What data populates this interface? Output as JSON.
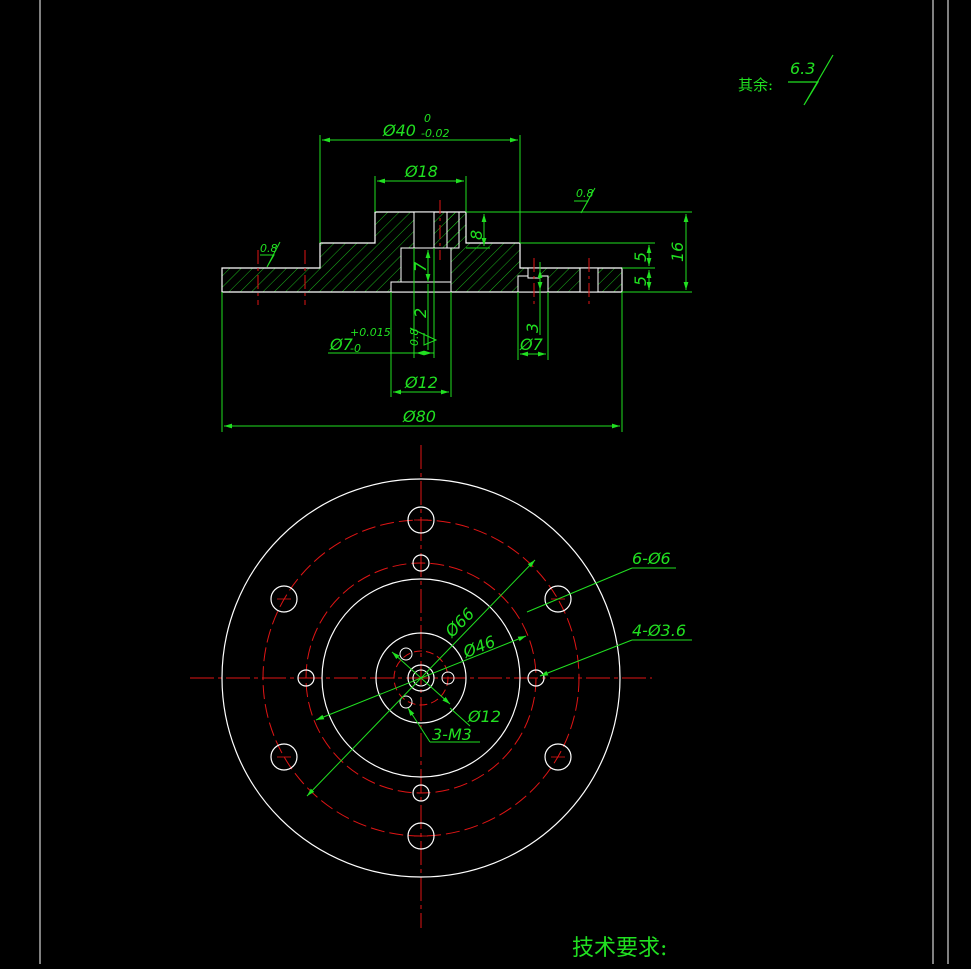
{
  "colors": {
    "background": "#000000",
    "outline": "#ffffff",
    "dimension": "#21e021",
    "centerline": "#e01515",
    "hatch": "#21e021"
  },
  "drawing": {
    "roughness_note": {
      "label": "其余:",
      "value": "6.3"
    },
    "roughness_local": [
      "0.8",
      "0.8",
      "0.8"
    ],
    "section_view": {
      "dims": {
        "d40": {
          "base": "Ø40",
          "upper": "0",
          "lower": "-0.02"
        },
        "d18": "Ø18",
        "d8": "8",
        "d16": "16",
        "d5a": "5",
        "d5b": "5",
        "d7v": "7",
        "d2": "2",
        "d3": "3",
        "d7h": "Ø7",
        "d7tol": {
          "base": "Ø7",
          "upper": "+0.015",
          "lower": "-0"
        },
        "d12": "Ø12",
        "d80": "Ø80"
      }
    },
    "plan_view": {
      "labels": {
        "holes6": "6-Ø6",
        "holes4": "4-Ø3.6",
        "d66": "Ø66",
        "d46": "Ø46",
        "d12": "Ø12",
        "m3": "3-M3"
      }
    },
    "tech_requirements_title": "技术要求:"
  }
}
